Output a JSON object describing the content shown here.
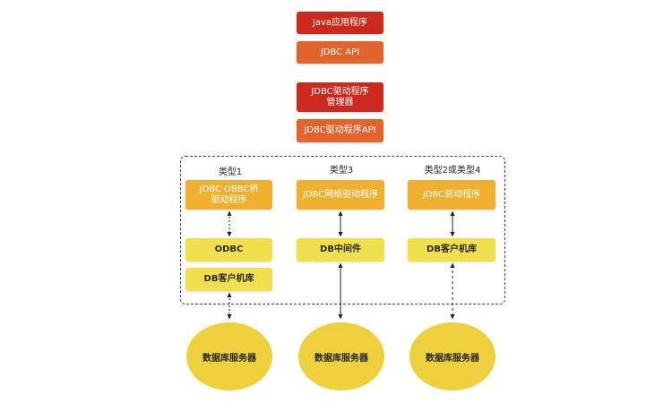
{
  "stack": {
    "java_app": "Java应用程序",
    "jdbc_api": "JDBC API",
    "driver_manager": "JDBC驱动程序\n管理器",
    "driver_api": "JDBC驱动程序API"
  },
  "columns": [
    {
      "type_label": "类型1",
      "driver": "JDBC OBBC桥\n驱动程序",
      "middle": "ODBC",
      "client_lib": "DB客户机库",
      "server": "数据库服务器"
    },
    {
      "type_label": "类型3",
      "driver": "JDBC网络驱动程序",
      "middle": "DB中间件",
      "server": "数据库服务器"
    },
    {
      "type_label": "类型2或类型4",
      "driver": "JDBC驱动程序",
      "middle": "DB客户机库",
      "server": "数据库服务器"
    }
  ],
  "colors": {
    "red": "#cc2a1e",
    "orange": "#e2632c",
    "amber": "#efb02f",
    "yellow": "#f1e04e",
    "db": "#eecf3c"
  }
}
